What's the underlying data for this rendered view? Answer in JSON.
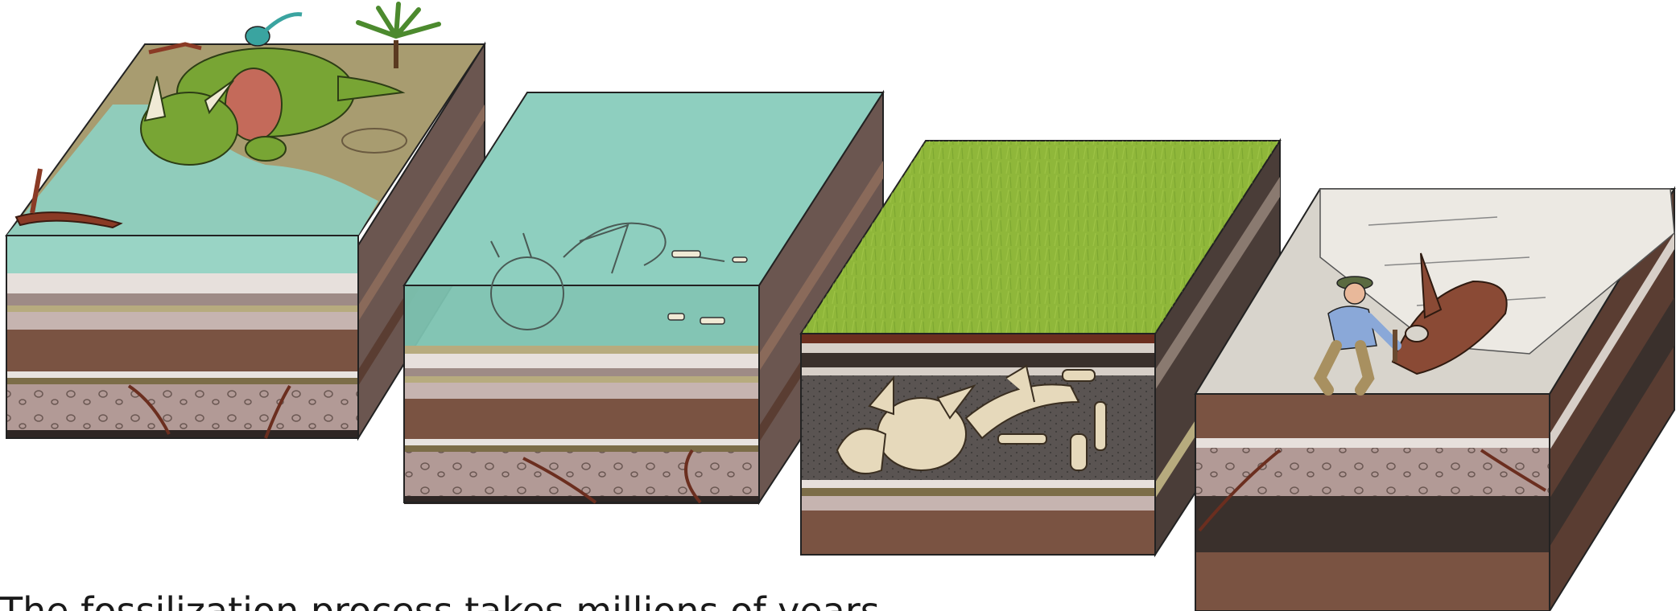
{
  "caption": "The fossilization process takes millions of years",
  "stages": [
    {
      "id": "death",
      "surface": "shallow water and muddy shore"
    },
    {
      "id": "burial",
      "surface": "water with sinking skeleton"
    },
    {
      "id": "deep-burial",
      "surface": "grassland over buried fossil"
    },
    {
      "id": "discovery",
      "surface": "eroded rock with excavated skull"
    }
  ],
  "colors": {
    "water": "#8ecfbf",
    "grass": "#8fb73a",
    "mud": "#a89c70",
    "rock": "#d8d4cc",
    "brown_layer": "#7a5342",
    "pink_layer": "#b29a96",
    "dark_layer": "#4a3d38",
    "bone": "#e6d9bb",
    "dino": "#78a534"
  }
}
